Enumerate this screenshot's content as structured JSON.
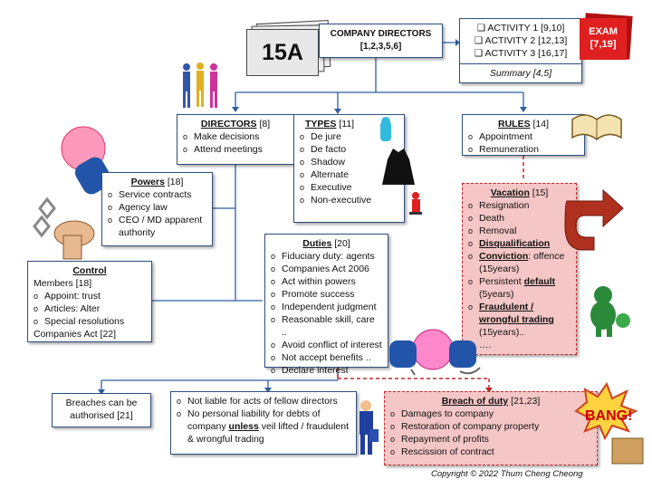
{
  "tag": "15A",
  "title": {
    "line1": "COMPANY DIRECTORS",
    "line2": "[1,2,3,5,6]"
  },
  "activities": [
    "❑ ACTIVITY  1 [9,10]",
    "❑ ACTIVITY  2 [12,13]",
    "❑ ACTIVITY 3 [16,17]"
  ],
  "summary": "Summary [4,5]",
  "exam": {
    "line1": "EXAM",
    "line2": "[7,19]"
  },
  "directors": {
    "title": "DIRECTORS",
    "ref": " [8]",
    "items": [
      "Make decisions",
      "Attend meetings"
    ]
  },
  "types": {
    "title": "TYPES",
    "ref": " [11]",
    "items": [
      "De jure",
      "De facto",
      "Shadow",
      "Alternate",
      "Executive",
      "Non-executive"
    ]
  },
  "rules": {
    "title": "RULES",
    "ref": " [14]",
    "items": [
      "Appointment",
      "Remuneration"
    ]
  },
  "powers": {
    "title": "Powers",
    "ref": " [18]",
    "items": [
      "Service contracts",
      "Agency law",
      "CEO / MD apparent authority"
    ]
  },
  "vacation": {
    "title": "Vacation",
    "ref": " [15]",
    "items": [
      "Resignation",
      "Death",
      "Removal"
    ],
    "disq": "Disqualification",
    "conviction": "Conviction",
    "conviction_rest": ": offence",
    "conviction_note": "(15years)",
    "persistent": "Persistent ",
    "default": "default",
    "default_note": "(5years)",
    "fraud": "Fraudulent / wrongful trading",
    "fraud_note": "(15years)..",
    "ellipsis": "…."
  },
  "control": {
    "title": "Control",
    "members": "Members [18]",
    "items": [
      "Appoint: trust",
      "Articles: Alter",
      "Special resolutions"
    ],
    "footer": "Companies Act [22]"
  },
  "duties": {
    "title": "Duties",
    "ref": " [20]",
    "items": [
      "Fiduciary duty: agents",
      "Companies Act 2006",
      "Act within powers",
      "Promote success",
      "Independent judgment",
      "Reasonable skill, care ..",
      "Avoid conflict of interest",
      "Not accept benefits ..",
      "Declare interest"
    ]
  },
  "breaches": {
    "line1": "Breaches can be",
    "line2": "authorised [21]"
  },
  "liability": {
    "item1": "Not liable for acts of fellow directors",
    "item2a": "No personal liability for debts of company ",
    "unless": "unless",
    "item2b": " veil lifted / fraudulent & wrongful trading"
  },
  "breach": {
    "title": "Breach of duty",
    "ref": " [21,23]",
    "items": [
      "Damages to company",
      "Restoration of company property",
      "Repayment of profits",
      "Rescission of contract"
    ]
  },
  "bang": "BANG!",
  "copyright": "Copyright © 2022 Thum Cheng Cheong",
  "colors": {
    "line": "#2f5f9f",
    "red": "#c0282b",
    "pink": "#f5c6c6",
    "exam": "#e02020"
  }
}
